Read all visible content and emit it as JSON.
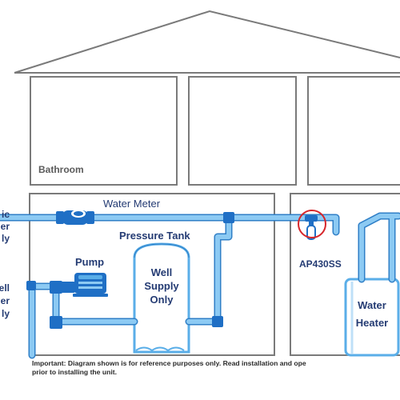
{
  "labels": {
    "bathroom": "Bathroom",
    "water_meter": "Water Meter",
    "pressure_tank": "Pressure Tank",
    "pump": "Pump",
    "tank_line1": "Well",
    "tank_line2": "Supply",
    "tank_line3": "Only",
    "filter_model": "AP430SS",
    "heater_line1": "Water",
    "heater_line2": "Heater",
    "left_cut_1a": "ic",
    "left_cut_1b": "er",
    "left_cut_1c": "ly",
    "left_cut_2a": "ell",
    "left_cut_2b": "er",
    "left_cut_2c": "ly"
  },
  "note": {
    "line1": "Important: Diagram shown is for reference purposes only. Read installation and ope",
    "line2": "prior to installing the unit."
  },
  "colors": {
    "pipe": "#5aaee8",
    "pipe_outline": "#2f7fc7",
    "fitting": "#1f6fc5",
    "wall": "#7a7a7a",
    "highlight_circle": "#d6262b",
    "text": "#243b73"
  },
  "icons": {
    "water_meter": "water-meter-icon",
    "pump": "pump-icon",
    "filter": "water-filter-icon"
  }
}
